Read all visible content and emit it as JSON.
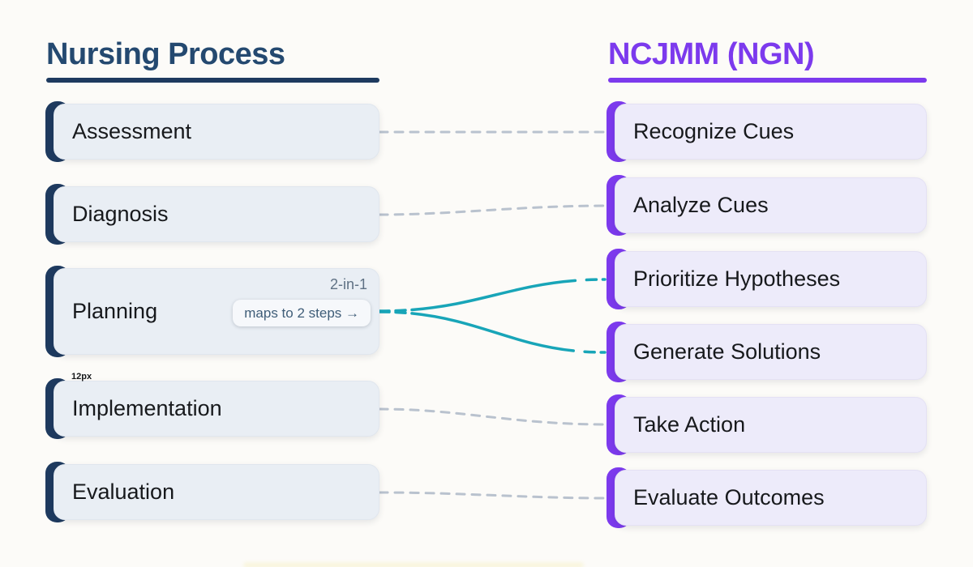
{
  "left": {
    "title": "Nursing Process",
    "items": [
      {
        "label": "Assessment"
      },
      {
        "label": "Diagnosis"
      },
      {
        "label": "Planning",
        "note": "2-in-1",
        "badge": "maps to 2 steps →"
      },
      {
        "label": "Implementation",
        "annotation": "12px"
      },
      {
        "label": "Evaluation"
      }
    ]
  },
  "right": {
    "title": "NCJMM (NGN)",
    "items": [
      {
        "label": "Recognize Cues"
      },
      {
        "label": "Analyze Cues"
      },
      {
        "label": "Prioritize Hypotheses"
      },
      {
        "label": "Generate Solutions"
      },
      {
        "label": "Take Action"
      },
      {
        "label": "Evaluate Outcomes"
      }
    ]
  },
  "mapping": [
    {
      "from": "Assessment",
      "to": [
        "Recognize Cues"
      ],
      "style": "dashed-gray"
    },
    {
      "from": "Diagnosis",
      "to": [
        "Analyze Cues"
      ],
      "style": "dashed-gray"
    },
    {
      "from": "Planning",
      "to": [
        "Prioritize Hypotheses",
        "Generate Solutions"
      ],
      "style": "solid-teal-fork"
    },
    {
      "from": "Implementation",
      "to": [
        "Take Action"
      ],
      "style": "dashed-gray"
    },
    {
      "from": "Evaluation",
      "to": [
        "Evaluate Outcomes"
      ],
      "style": "dashed-gray"
    }
  ],
  "colors": {
    "navy": "#1e3a5f",
    "navy_title": "#244970",
    "purple": "#7c3aed",
    "teal": "#18a5b8",
    "dash_gray": "#b9c2ce",
    "left_card_bg": "#e9eef4",
    "right_card_bg": "#edebfa",
    "page_bg": "#fcfbf8"
  }
}
